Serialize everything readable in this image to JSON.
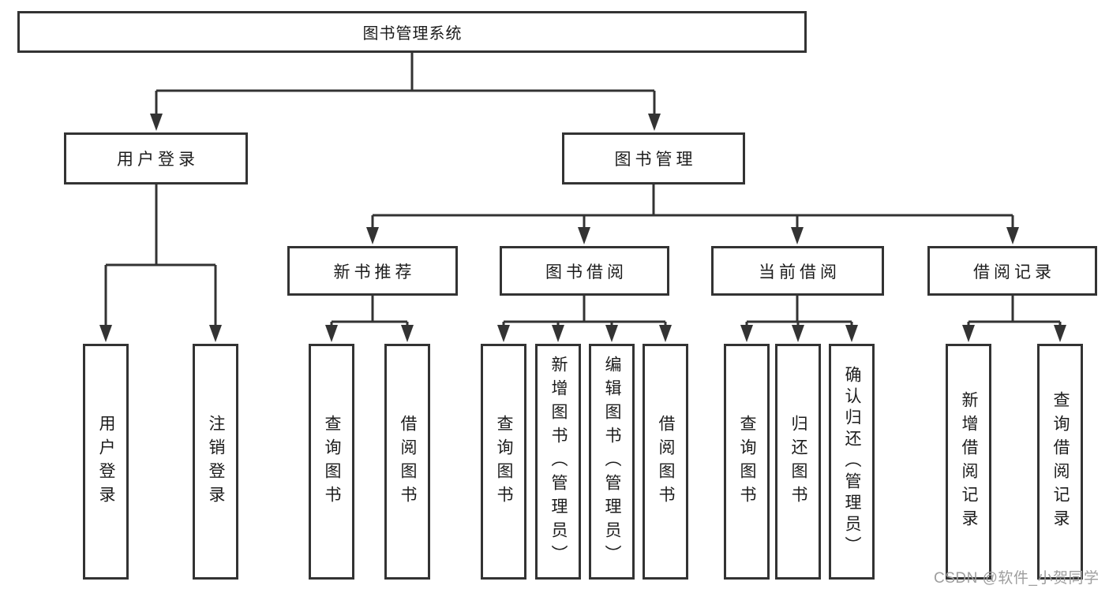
{
  "diagram": {
    "root": {
      "label": "图书管理系统"
    },
    "branches": [
      {
        "label": "用户登录"
      },
      {
        "label": "图书管理"
      }
    ],
    "modules": [
      {
        "label": "新书推荐"
      },
      {
        "label": "图书借阅"
      },
      {
        "label": "当前借阅"
      },
      {
        "label": "借阅记录"
      }
    ],
    "leaves": [
      {
        "label": "用户登录"
      },
      {
        "label": "注销登录"
      },
      {
        "label": "查询图书"
      },
      {
        "label": "借阅图书"
      },
      {
        "label": "查询图书"
      },
      {
        "label": "新增图书（管理员）"
      },
      {
        "label": "编辑图书（管理员）"
      },
      {
        "label": "借阅图书"
      },
      {
        "label": "查询图书"
      },
      {
        "label": "归还图书"
      },
      {
        "label": "确认归还（管理员）"
      },
      {
        "label": "新增借阅记录"
      },
      {
        "label": "查询借阅记录"
      }
    ]
  },
  "watermark": {
    "text": "CSDN @软件_小贺同学"
  },
  "colors": {
    "line": "#333333",
    "box_border": "#333333",
    "text": "#1c1c1c",
    "watermark": "#9e9e9e",
    "background": "#ffffff"
  }
}
